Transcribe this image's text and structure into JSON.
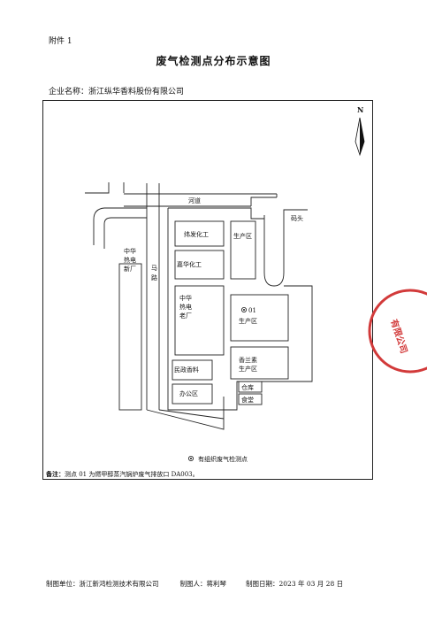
{
  "header": {
    "attachment": "附件 1",
    "title": "废气检测点分布示意图",
    "company_label": "企业名称：",
    "company_name": "浙江纵华香料股份有限公司"
  },
  "map": {
    "north": "N",
    "river": "河道",
    "dock": "码头",
    "road": [
      "马",
      "路"
    ],
    "zhonghua_new": [
      "中华",
      "热电",
      "新厂"
    ],
    "zhonghua_old": [
      "中华",
      "热电",
      "老厂"
    ],
    "weifa": "纬发化工",
    "jiahua": "嘉华化工",
    "production1": "生产区",
    "point_label": "01",
    "production2": "生产区",
    "minzheng": "民政香料",
    "xianglansu": [
      "香兰素",
      "生产区"
    ],
    "office": "办公区",
    "warehouse": "仓库",
    "canteen": "食堂",
    "legend": "有组织废气检测点"
  },
  "note": {
    "label": "备注：",
    "text": "测点 01 为燃甲醇蒸汽锅炉废气排放口 DA003。"
  },
  "footer": {
    "maker_label": "制图单位：",
    "maker": "浙江新鸿检测技术有限公司",
    "drawer_label": "制图人：",
    "drawer": "蒋利琴",
    "date_label": "制图日期：",
    "date": "2023 年 03 月 28 日"
  },
  "seal": {
    "text": "有限公司"
  }
}
